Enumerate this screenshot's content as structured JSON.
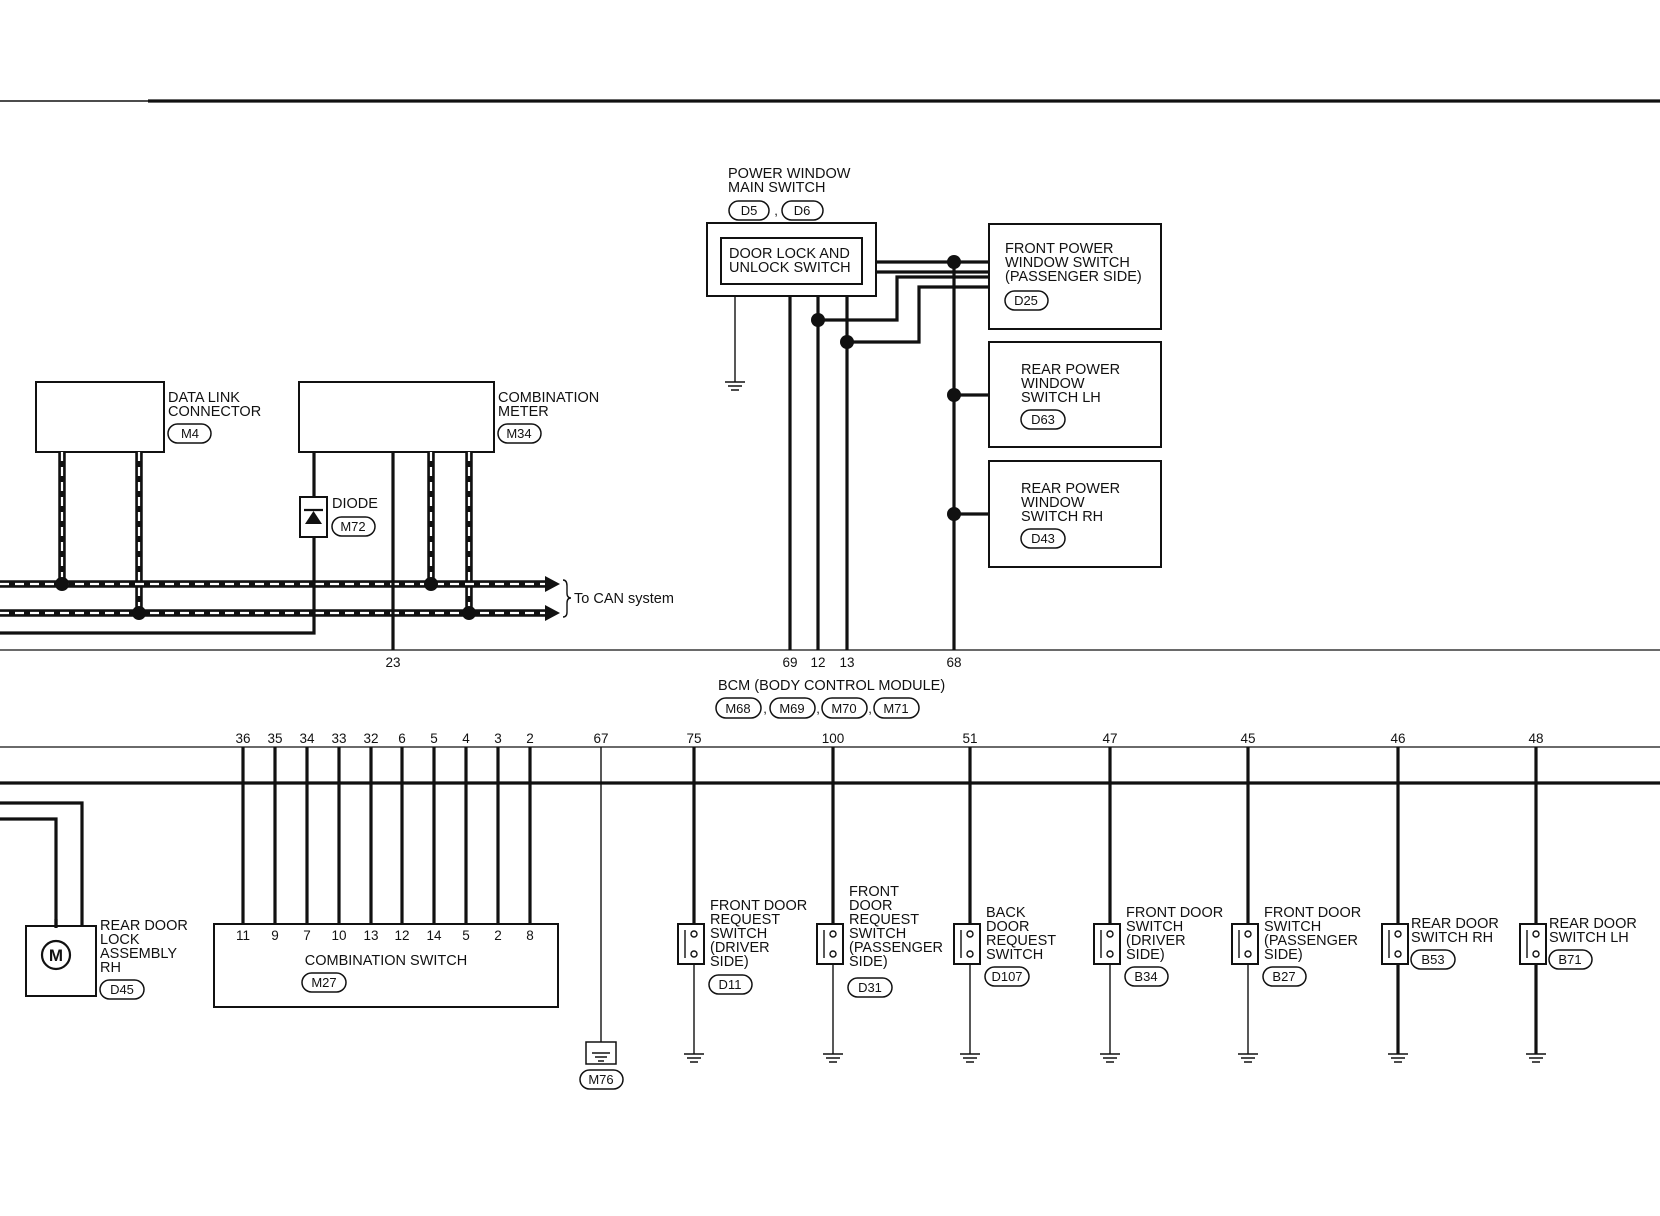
{
  "modules": {
    "pw_main": {
      "title": [
        "POWER WINDOW",
        "MAIN SWITCH"
      ],
      "connectors": [
        "D5",
        "D6"
      ],
      "inner_label": [
        "DOOR LOCK AND",
        "UNLOCK SWITCH"
      ]
    },
    "front_pw_pass": {
      "title": [
        "FRONT POWER",
        "WINDOW SWITCH",
        "(PASSENGER SIDE)"
      ],
      "connector": "D25"
    },
    "rear_pw_lh": {
      "title": [
        "REAR POWER",
        "WINDOW",
        "SWITCH LH"
      ],
      "connector": "D63"
    },
    "rear_pw_rh": {
      "title": [
        "REAR POWER",
        "WINDOW",
        "SWITCH RH"
      ],
      "connector": "D43"
    },
    "data_link": {
      "title": [
        "DATA LINK",
        "CONNECTOR"
      ],
      "connector": "M4"
    },
    "combination_meter": {
      "title": [
        "COMBINATION",
        "METER"
      ],
      "connector": "M34"
    },
    "diode": {
      "title": "DIODE",
      "connector": "M72"
    },
    "can_note": "To CAN system",
    "bcm": {
      "title": "BCM (BODY CONTROL MODULE)",
      "connectors": [
        "M68",
        "M69",
        "M70",
        "M71"
      ]
    },
    "rear_door_lock_rh": {
      "title": [
        "REAR DOOR",
        "LOCK",
        "ASSEMBLY",
        "RH"
      ],
      "connector": "D45",
      "motor": "M"
    },
    "combination_switch": {
      "title": "COMBINATION SWITCH",
      "connector": "M27"
    },
    "ground_m76": {
      "connector": "M76"
    }
  },
  "bcm_top_pins": [
    "23",
    "69",
    "12",
    "13",
    "68"
  ],
  "bcm_bottom_pins": [
    "36",
    "35",
    "34",
    "33",
    "32",
    "6",
    "5",
    "4",
    "3",
    "2",
    "67",
    "75",
    "100",
    "51",
    "47",
    "45",
    "46",
    "48"
  ],
  "combination_switch_pins": [
    "11",
    "9",
    "7",
    "10",
    "13",
    "12",
    "14",
    "5",
    "2",
    "8"
  ],
  "door_switches": [
    {
      "title": [
        "FRONT DOOR",
        "REQUEST",
        "SWITCH",
        "(DRIVER",
        "SIDE)"
      ],
      "connector": "D11"
    },
    {
      "title": [
        "FRONT",
        "DOOR",
        "REQUEST",
        "SWITCH",
        "(PASSENGER",
        "SIDE)"
      ],
      "connector": "D31"
    },
    {
      "title": [
        "BACK",
        "DOOR",
        "REQUEST",
        "SWITCH"
      ],
      "connector": "D107"
    },
    {
      "title": [
        "FRONT DOOR",
        "SWITCH",
        "(DRIVER",
        "SIDE)"
      ],
      "connector": "B34"
    },
    {
      "title": [
        "FRONT DOOR",
        "SWITCH",
        "(PASSENGER",
        "SIDE)"
      ],
      "connector": "B27"
    },
    {
      "title": [
        "REAR DOOR",
        "SWITCH RH"
      ],
      "connector": "B53"
    },
    {
      "title": [
        "REAR DOOR",
        "SWITCH LH"
      ],
      "connector": "B71"
    }
  ]
}
